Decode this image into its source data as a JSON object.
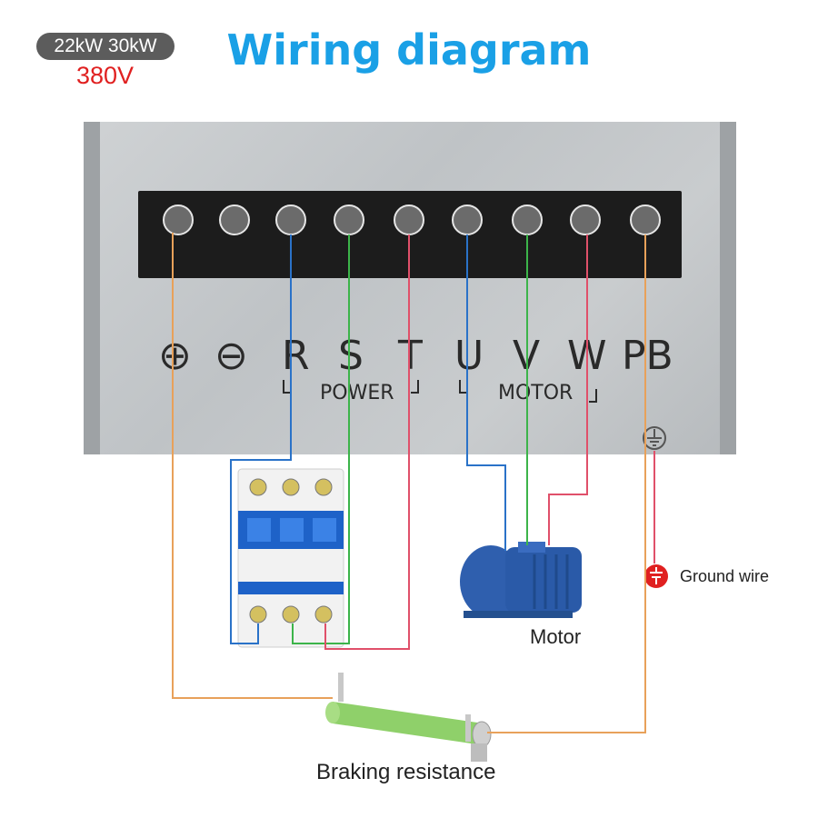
{
  "header": {
    "power_badge": "22kW  30kW",
    "voltage": "380V",
    "title": "Wiring diagram"
  },
  "terminals": [
    "+",
    "−",
    "R",
    "S",
    "T",
    "U",
    "V",
    "W",
    "PB"
  ],
  "groups": {
    "power": "POWER",
    "motor": "MOTOR"
  },
  "components": {
    "motor": "Motor",
    "ground": "Ground wire",
    "resistor": "Braking resistance"
  },
  "colors": {
    "title": "#1aa0e6",
    "voltage": "#e02020",
    "wire_orange": "#e8a15a",
    "wire_blue": "#2a72c8",
    "wire_green": "#3cb44a",
    "wire_red": "#e0506a"
  }
}
